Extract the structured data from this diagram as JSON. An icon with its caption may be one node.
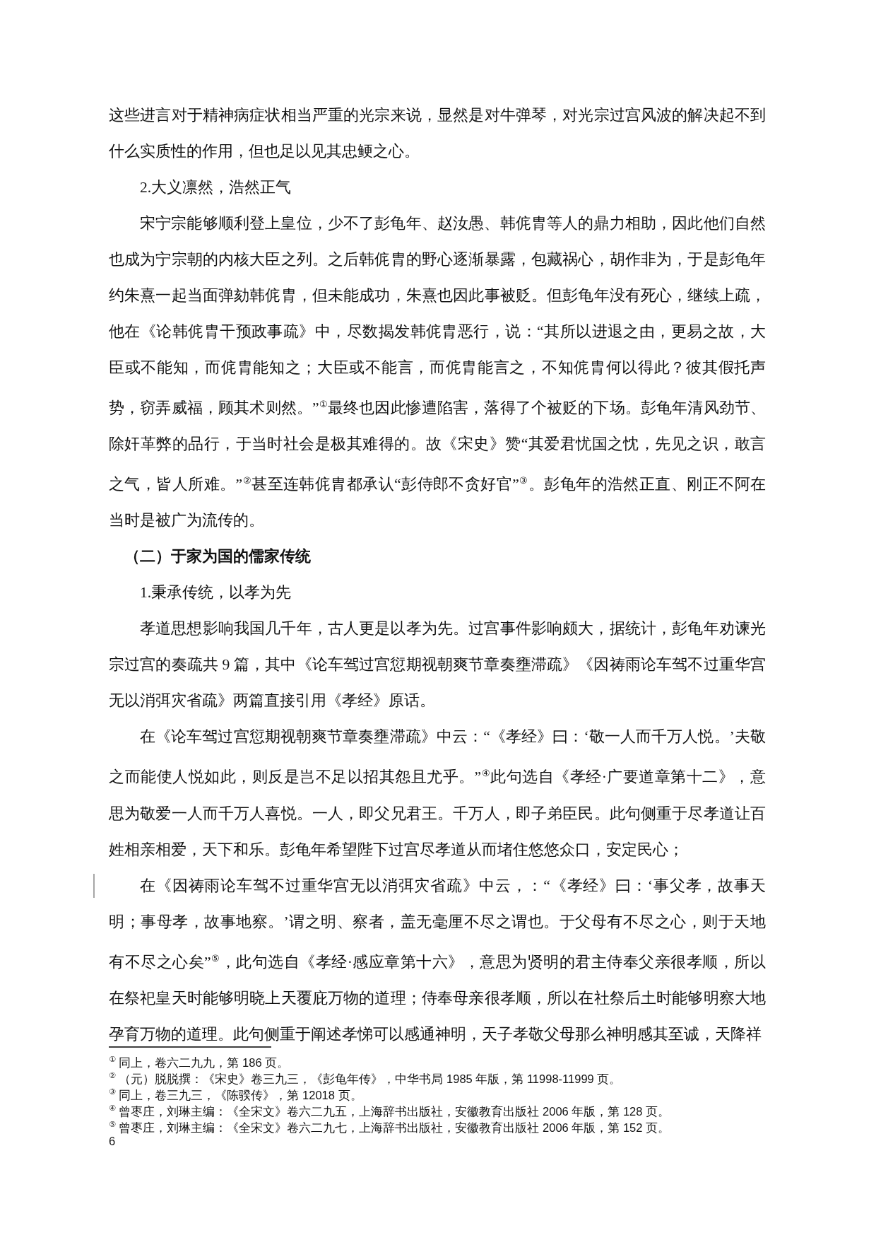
{
  "diagram": {
    "labels": [
      "这些进言对于精神病症状相当严重的光宗来说，显然是对牛弹琴，对光宗过宫风波的解决起不到什么实质性的作用，但也足以见其忠鲠之心。",
      "2.大义凛然，浩然正气",
      "宋宁宗能够顺利登上皇位，少不了彭龟年、赵汝愚、韩侂胄等人的鼎力相助，因此他们自然也成为宁宗朝的内核大臣之列。之后韩侂胄的野心逐渐暴露，包藏祸心，胡作非为，于是彭龟年约朱熹一起当面弹劾韩侂胄，但未能成功，朱熹也因此事被贬。但彭龟年没有死心，继续上疏，他在《论韩侂胄干预政事疏》中，尽数揭发韩侂胄恶行，说：“其所以进退之由，更易之故，大臣或不能知，而侂胄能知之；大臣或不能言，而侂胄能言之，不知侂胄何以得此？彼其假托声势，窃弄威福，顾其术则然。”$^{①}$最终也因此惨遭陷害，落得了个被贬的下场。彭龟年清风劲节、除奸革弊的品行，于当时社会是极其难得的。故《宋史》赞“其爱君忧国之忱，先见之识，敢言之气，皆人所难。”$^{②}$甚至连韩侂胄都承认“彭侍郎不贪好官”$^{③}$。彭龟年的浩然正直、刚正不阿在当时是被广为流传的。",
      "（二）于家为国的儒家传统",
      "1.秉承传统，以孝为先",
      "孝道思想影响我国几千年，古人更是以孝为先。过宫事件影响颇大，据统计，彭龟年劝谏光宗过宫的奏疏共 9 篇，其中《论车驾过宫愆期视朝爽节章奏壅滞疏》《因祷雨论车驾不过重华宫无以消弭灾省疏》两篇直接引用《孝经》原话。",
      "在《论车驾过宫愆期视朝爽节章奏壅滞疏》中云：“《孝经》曰：‘敬一人而千万人悦。’夫敬之而能使人悦如此，则反是岂不足以招其怨且尤乎。”$^{④}$此句选自《孝经·广要道章第十二》，意思为敬爱一人而千万人喜悦。一人，即父兄君王。千万人，即子弟臣民。此句侧重于尽孝道让百姓相亲相爱，天下和乐。彭龟年希望陛下过宫尽孝道从而堵住悠悠众口，安定民心；",
      "在《因祷雨论车驾不过重华宫无以消弭灾省疏》中云，：“《孝经》曰：‘事父孝，故事天明；事母孝，故事地察。’谓之明、察者，盖无毫厘不尽之谓也。于父母有不尽之心，则于天地有不尽之心矣”$^{⑤}$，此句选自《孝经·感应章第十六》，意思为贤明的君主侍奉父亲很孝顺，所以在祭祀皇天时能够明晓上天覆庇万物的道理；侍奉母亲很孝顺，所以在社祭后土时能够明察大地孕育万物的道理。此句侧重于阐述孝悌可以感通神明，天子孝敬父母那么神明感其至诚，天降祥",
      "$^{①}$ 同上，卷六二九九，第 186 页。",
      "$^{②}$ （元）脱脱撰：《宋史》卷三九三，《彭龟年传》，中华书局 1985 年版，第 11998-11999 页。",
      "$^{③}$ 同上，卷三九三，《陈骙传》，第  12018 页。",
      "$^{④}$ 曾枣庄，刘琳主编：《全宋文》卷六二九五，上海辞书出版社，安徽教育出版社 2006 年版，第 128 页。",
      "$^{⑤}$ 曾枣庄，刘琳主编：《全宋文》卷六二九七，上海辞书出版社，安徽教育出版社 2006 年版，第 152 页。",
      "6"
    ]
  }
}
